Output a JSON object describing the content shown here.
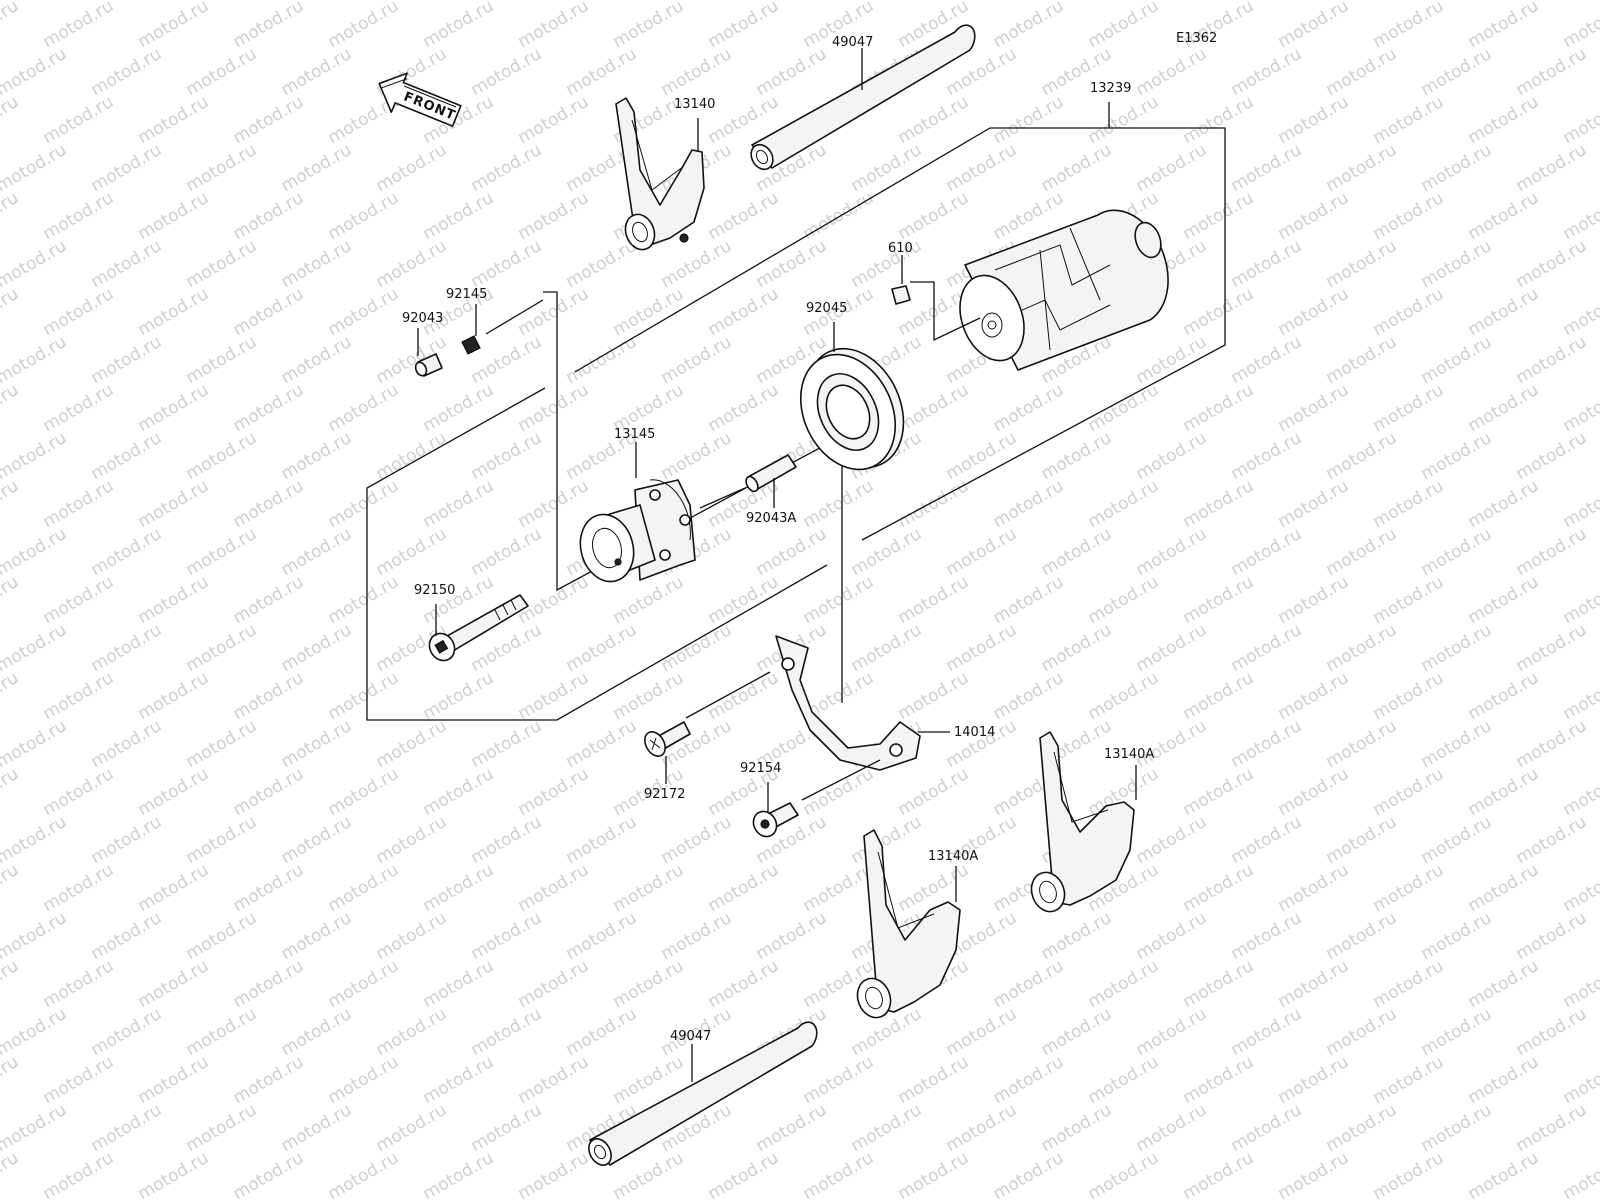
{
  "diagram_code": "E1362",
  "front_label": "FRONT",
  "watermark": "motod.ru",
  "part_labels": {
    "shift_rod_upper": "49047",
    "shift_rod_lower": "49047",
    "shift_fork_upper": "13140",
    "shift_fork_lower_right": "13140A",
    "shift_fork_lower_mid": "13140A",
    "shift_drum_assy": "13239",
    "pin_610": "610",
    "bearing": "92045",
    "drum_cam": "13145",
    "pin_92043A": "92043A",
    "pin_92043": "92043",
    "spring_92145": "92145",
    "bolt_92150": "92150",
    "holder_plate": "14014",
    "screw_92172": "92172",
    "bolt_92154": "92154"
  }
}
